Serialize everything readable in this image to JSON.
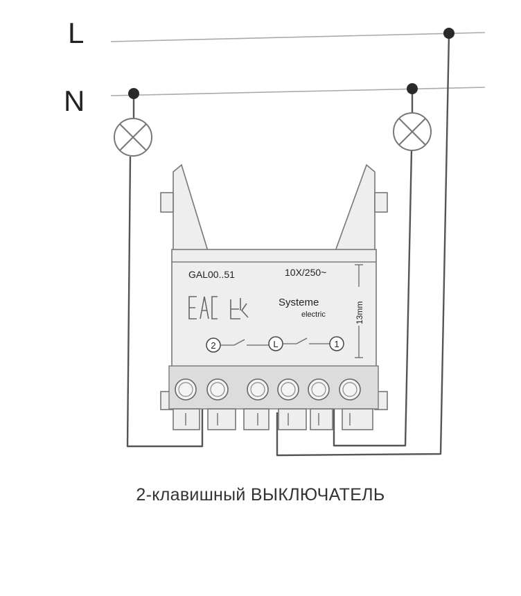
{
  "lines": {
    "live_label": "L",
    "neutral_label": "N"
  },
  "switch": {
    "model": "GAL00..51",
    "rating": "10X/250~",
    "brand_top": "Systeme",
    "brand_bottom": "electric",
    "strip_length": "13mm",
    "terminal_left": "2",
    "terminal_center": "L",
    "terminal_right": "1"
  },
  "caption": "2-клавишный ВЫКЛЮЧАТЕЛЬ",
  "colors": {
    "wire": "#555555",
    "bus": "#aaaaaa",
    "body": "#eeeeee"
  }
}
